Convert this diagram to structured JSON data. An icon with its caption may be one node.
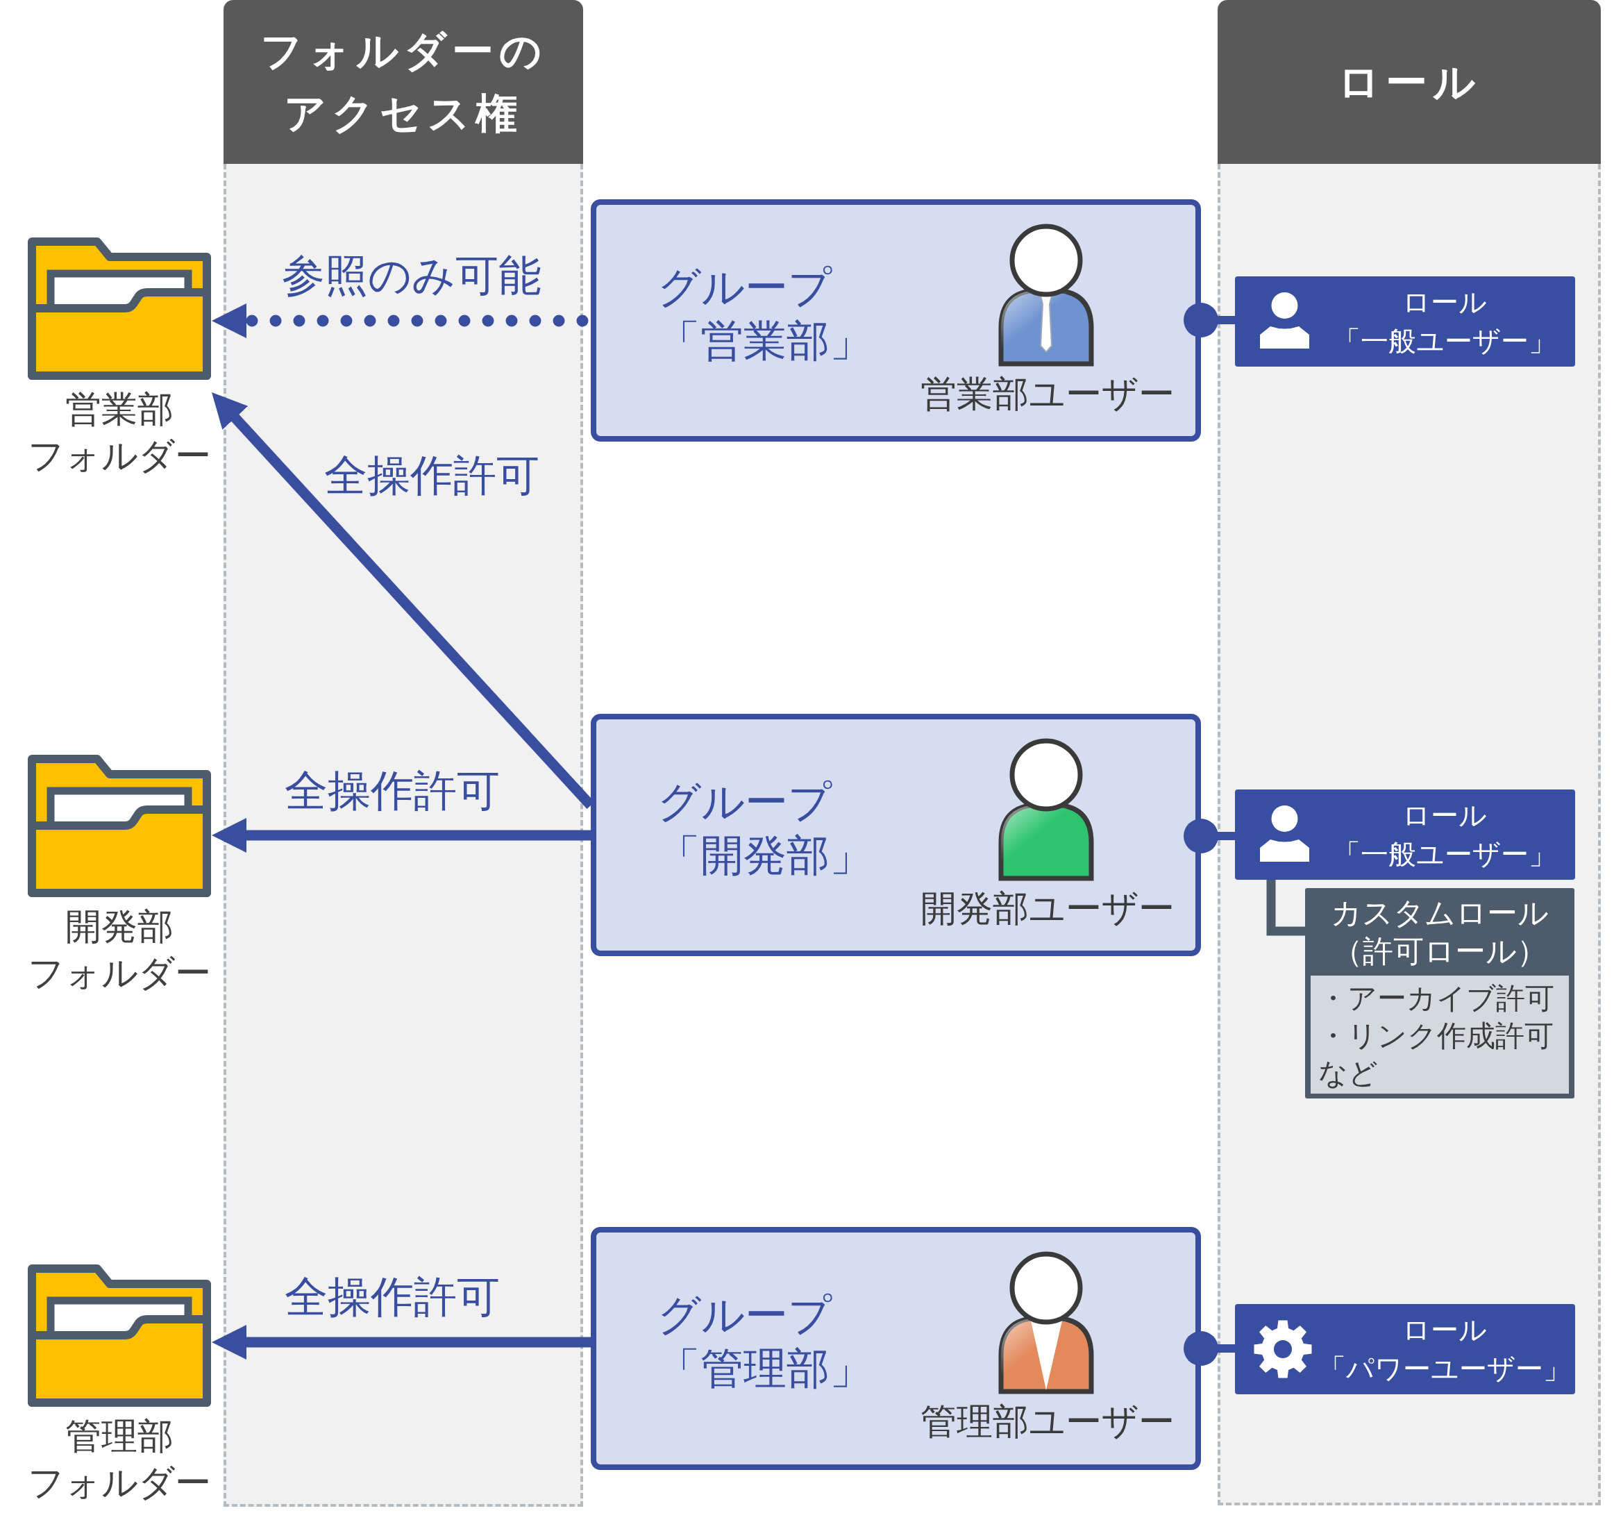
{
  "diagram": {
    "nodes": [
      {
        "text": [
          "フォルダーのアクセス権"
        ]
      },
      {
        "text": [
          "ロール"
        ]
      },
      {
        "text": [
          "営業部フォルダー"
        ]
      },
      {
        "text": [
          "グループ「営業部」",
          "営業部ユーザー"
        ]
      },
      {
        "text": [
          "ロール「一般ユーザー」"
        ]
      },
      {
        "text": [
          "開発部フォルダー"
        ]
      },
      {
        "text": [
          "グループ「開発部」",
          "開発部ユーザー"
        ]
      },
      {
        "text": [
          "ロール「一般ユーザー」"
        ]
      },
      {
        "text": [
          "カスタムロール（許可ロール）"
        ]
      },
      {
        "text": [
          "・アーカイブ許可",
          "・リンク作成許可",
          "など"
        ],
        "in": 8
      },
      {
        "text": [
          "管理部フォルダー"
        ]
      },
      {
        "text": [
          "グループ「管理部」",
          "管理部ユーザー"
        ]
      },
      {
        "text": [
          "ロール「パワーユーザー」"
        ]
      }
    ],
    "edges": [
      {
        "from": 3,
        "to": 2,
        "arrow": "to",
        "label": "参照のみ可能",
        "style": "dashed"
      },
      {
        "from": 6,
        "to": 2,
        "arrow": "to",
        "label": "全操作許可"
      },
      {
        "from": 6,
        "to": 5,
        "arrow": "to",
        "label": "全操作許可"
      },
      {
        "from": 11,
        "to": 10,
        "arrow": "to",
        "label": "全操作許可"
      },
      {
        "from": 3,
        "to": 4,
        "arrow": "other"
      },
      {
        "from": 6,
        "to": 7,
        "arrow": "other"
      },
      {
        "from": 11,
        "to": 12,
        "arrow": "other"
      },
      {
        "from": 7,
        "to": 8,
        "arrow": "none",
        "color": "#4d5b6a"
      }
    ]
  }
}
